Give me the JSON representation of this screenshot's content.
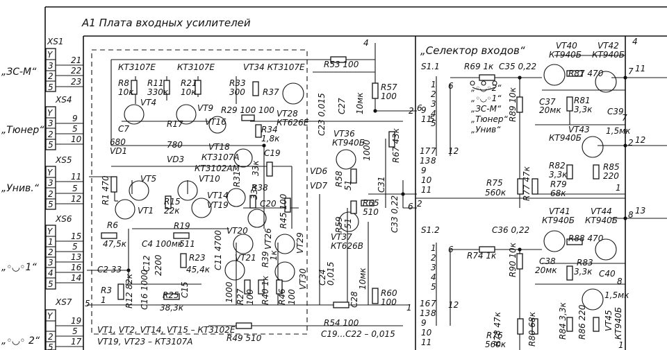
{
  "title": "А1 Плата входных усилителей",
  "selector_title": "„Селектор входов“",
  "inputs": [
    {
      "label": "„ЗС-М“",
      "connector": "XS1",
      "pins": [
        "Y",
        "3",
        "2",
        "5"
      ],
      "nums": [
        "21",
        "22",
        "23"
      ]
    },
    {
      "label": "„Тюнер“",
      "connector": "XS4",
      "pins": [
        "Y",
        "3",
        "2",
        "5"
      ],
      "nums": [
        "9",
        "5",
        "10"
      ]
    },
    {
      "label": "„Унив.“",
      "connector": "XS5",
      "pins": [
        "Y",
        "3",
        "2",
        "5"
      ],
      "nums": [
        "11",
        "5",
        "12"
      ]
    },
    {
      "label": "„◦◡◦1“",
      "connector": "XS6",
      "pins": [
        "Y",
        "1",
        "2",
        "3",
        "4",
        "5"
      ],
      "nums": [
        "15",
        "5",
        "13",
        "16",
        "14"
      ]
    },
    {
      "label": "„◦◡◦ 2“",
      "connector": "XS7",
      "pins": [
        "Y",
        "2",
        "5"
      ],
      "nums": [
        "19",
        "5",
        "17"
      ]
    }
  ],
  "components": [
    {
      "id": "kt3107e-1",
      "text": "КТ3107Е"
    },
    {
      "id": "kt3107e-2",
      "text": "КТ3107Е"
    },
    {
      "id": "vt34",
      "text": "VT34 КТ3107Е"
    },
    {
      "id": "r53",
      "text": "R53 100"
    },
    {
      "id": "n4a",
      "text": "4"
    },
    {
      "id": "r8",
      "text": "R8"
    },
    {
      "id": "r8v",
      "text": "10к"
    },
    {
      "id": "r11",
      "text": "R11"
    },
    {
      "id": "r11v",
      "text": "330к"
    },
    {
      "id": "r21",
      "text": "R21"
    },
    {
      "id": "r21v",
      "text": "10к"
    },
    {
      "id": "r33",
      "text": "R33"
    },
    {
      "id": "r33v",
      "text": "300"
    },
    {
      "id": "r37",
      "text": "R37"
    },
    {
      "id": "vt4",
      "text": "VT4"
    },
    {
      "id": "vt9",
      "text": "VT9"
    },
    {
      "id": "r29",
      "text": "R29 100"
    },
    {
      "id": "r29b",
      "text": "100"
    },
    {
      "id": "vt16",
      "text": "VT16"
    },
    {
      "id": "vt28",
      "text": "VT28"
    },
    {
      "id": "kt626e",
      "text": "КТ626Е"
    },
    {
      "id": "c23",
      "text": "C23 0,015"
    },
    {
      "id": "c27",
      "text": "C27"
    },
    {
      "id": "c27v",
      "text": "10мк"
    },
    {
      "id": "r57",
      "text": "R57"
    },
    {
      "id": "r57v",
      "text": "100"
    },
    {
      "id": "c7",
      "text": "C7"
    },
    {
      "id": "r17",
      "text": "R17"
    },
    {
      "id": "r34",
      "text": "R34"
    },
    {
      "id": "r34v",
      "text": "1,8к"
    },
    {
      "id": "c680",
      "text": "680"
    },
    {
      "id": "vd1",
      "text": "VD1"
    },
    {
      "id": "r780",
      "text": "780"
    },
    {
      "id": "vt18",
      "text": "VT18"
    },
    {
      "id": "kt3107a",
      "text": "КТ3107А"
    },
    {
      "id": "c19",
      "text": "C19"
    },
    {
      "id": "vt36",
      "text": "VT36"
    },
    {
      "id": "kt940b-1",
      "text": "КТ940Б"
    },
    {
      "id": "c1000",
      "text": "1000"
    },
    {
      "id": "r67",
      "text": "R67 43к"
    },
    {
      "id": "vd3",
      "text": "VD3"
    },
    {
      "id": "kt3102am",
      "text": "КТ3102АМ"
    },
    {
      "id": "r33k",
      "text": "33к"
    },
    {
      "id": "vd6",
      "text": "VD6"
    },
    {
      "id": "vd7",
      "text": "VD7"
    },
    {
      "id": "r58",
      "text": "R58"
    },
    {
      "id": "r58v",
      "text": "51"
    },
    {
      "id": "c31",
      "text": "C31"
    },
    {
      "id": "r1",
      "text": "R1 470"
    },
    {
      "id": "vt5",
      "text": "VT5"
    },
    {
      "id": "vt10",
      "text": "VT10"
    },
    {
      "id": "r31",
      "text": "R31"
    },
    {
      "id": "r38",
      "text": "R38"
    },
    {
      "id": "r38v",
      "text": "33к"
    },
    {
      "id": "c20",
      "text": "C20"
    },
    {
      "id": "r45",
      "text": "R45 100"
    },
    {
      "id": "r59",
      "text": "R59"
    },
    {
      "id": "r59v",
      "text": "51"
    },
    {
      "id": "r65",
      "text": "R65"
    },
    {
      "id": "r65v",
      "text": "510"
    },
    {
      "id": "c33",
      "text": "C33 0,22"
    },
    {
      "id": "vt1",
      "text": "VT1"
    },
    {
      "id": "r15",
      "text": "R15"
    },
    {
      "id": "r15v",
      "text": "22к"
    },
    {
      "id": "vt14",
      "text": "VT14"
    },
    {
      "id": "vt19",
      "text": "VT19"
    },
    {
      "id": "vt37",
      "text": "VT37"
    },
    {
      "id": "kt626v",
      "text": "КТ626В"
    },
    {
      "id": "r6",
      "text": "R6"
    },
    {
      "id": "r6v",
      "text": "47,5к"
    },
    {
      "id": "r19",
      "text": "R19"
    },
    {
      "id": "r19v",
      "text": "511"
    },
    {
      "id": "c4",
      "text": "C4 100мк"
    },
    {
      "id": "vt20",
      "text": "VT20"
    },
    {
      "id": "vt26",
      "text": "VT26"
    },
    {
      "id": "vt29",
      "text": "VT29"
    },
    {
      "id": "c2",
      "text": "C2 33"
    },
    {
      "id": "c12",
      "text": "C12"
    },
    {
      "id": "c12v",
      "text": "2200"
    },
    {
      "id": "r23",
      "text": "R23"
    },
    {
      "id": "r23v",
      "text": "45,4к"
    },
    {
      "id": "c11",
      "text": "C11 4700"
    },
    {
      "id": "vt21",
      "text": "VT21"
    },
    {
      "id": "r39",
      "text": "R39"
    },
    {
      "id": "r39v",
      "text": "1к"
    },
    {
      "id": "vt30",
      "text": "VT30"
    },
    {
      "id": "c24",
      "text": "C24"
    },
    {
      "id": "c24v",
      "text": "0,015"
    },
    {
      "id": "c28",
      "text": "C28"
    },
    {
      "id": "c28v",
      "text": "10мк"
    },
    {
      "id": "r60",
      "text": "R60"
    },
    {
      "id": "r60v",
      "text": "100"
    },
    {
      "id": "r3",
      "text": "R3"
    },
    {
      "id": "r3v",
      "text": "1"
    },
    {
      "id": "r12",
      "text": "R12 82к"
    },
    {
      "id": "c16",
      "text": "C16 1000"
    },
    {
      "id": "r25",
      "text": "R25"
    },
    {
      "id": "c15",
      "text": "C15"
    },
    {
      "id": "r27",
      "text": "R27"
    },
    {
      "id": "r27v",
      "text": "100"
    },
    {
      "id": "r40",
      "text": "R40 1к"
    },
    {
      "id": "r46",
      "text": "R46"
    },
    {
      "id": "r46v",
      "text": "100"
    },
    {
      "id": "r38v2",
      "text": "38,3к"
    },
    {
      "id": "c1000b",
      "text": "1000"
    },
    {
      "id": "r54",
      "text": "R54 100"
    },
    {
      "id": "r49",
      "text": "R49 510"
    },
    {
      "id": "c19range",
      "text": "C19...C22 – 0,015"
    },
    {
      "id": "n5",
      "text": "5"
    },
    {
      "id": "n2",
      "text": "2"
    },
    {
      "id": "n6",
      "text": "6"
    },
    {
      "id": "n1",
      "text": "1"
    }
  ],
  "notes": [
    "VT1, VT2, VT14, VT15 – КТ3102Е",
    "VT19, VT23 – КТ3107А"
  ],
  "selector": {
    "s11": "S1.1",
    "s12": "S1.2",
    "r69": "R69 1к",
    "c35": "C35 0,22",
    "vt40": "VT40",
    "vt40t": "КТ940Б",
    "vt42": "VT42",
    "vt42t": "КТ940Б",
    "n4": "4",
    "n11": "11",
    "n7": "7",
    "r87": "R87 470",
    "r89": "R89 10к",
    "c37": "C37",
    "c37v": "20мк",
    "r81": "R81",
    "r81v": "3,3к",
    "c39": "C39",
    "c39v": "1,5мк",
    "n9": "9",
    "n11b": "11",
    "n5": "5",
    "vt43": "VT43",
    "vt43t": "КТ940Б",
    "n2": "2",
    "n12": "12",
    "r82": "R82",
    "r82v": "3,3к",
    "r85": "R85",
    "r85v": "220",
    "r75": "R75",
    "r75v": "560к",
    "r77": "R77 47к",
    "r79": "R79",
    "r79v": "68к",
    "n1": "1",
    "vt41": "VT41",
    "vt41t": "КТ940Б",
    "vt44": "VT44",
    "vt44t": "КТ940Б",
    "n8": "8",
    "n13": "13",
    "r74": "R74 1к",
    "c36": "C36 0,22",
    "r88": "R88 470",
    "r90": "R90 10к",
    "c38": "C38",
    "c38v": "20мк",
    "r83": "R83",
    "r83v": "3,3к",
    "c40": "C40",
    "c40v": "1,5мк",
    "vt45": "VT45",
    "vt45t": "КТ940Б",
    "r76": "R76",
    "r76v": "560к",
    "r78": "R78 47к",
    "r80": "R80 68к",
    "r84": "R84 3,3к",
    "r86": "R86 220",
    "sw_labels": [
      "„◦◡◦2“",
      "„◦◡◦1“",
      "„ЗС-М“",
      "„Тюнер“",
      "„Унив“"
    ],
    "pins_a": [
      "1",
      "2",
      "3",
      "4",
      "5"
    ],
    "pins_b": [
      "1",
      "2",
      "3",
      "4",
      "5"
    ],
    "pins_c": [
      "17",
      "7",
      "13",
      "8",
      "9",
      "10",
      "11"
    ],
    "pins_d": [
      "16",
      "7",
      "13",
      "8",
      "9",
      "10",
      "11"
    ],
    "n6": "6",
    "n12b": "12",
    "n6b": "6",
    "n12c": "12",
    "s1n2": "2",
    "s1n6": "6",
    "s1n7": "7",
    "s1n8": "8",
    "s1n1": "1"
  }
}
